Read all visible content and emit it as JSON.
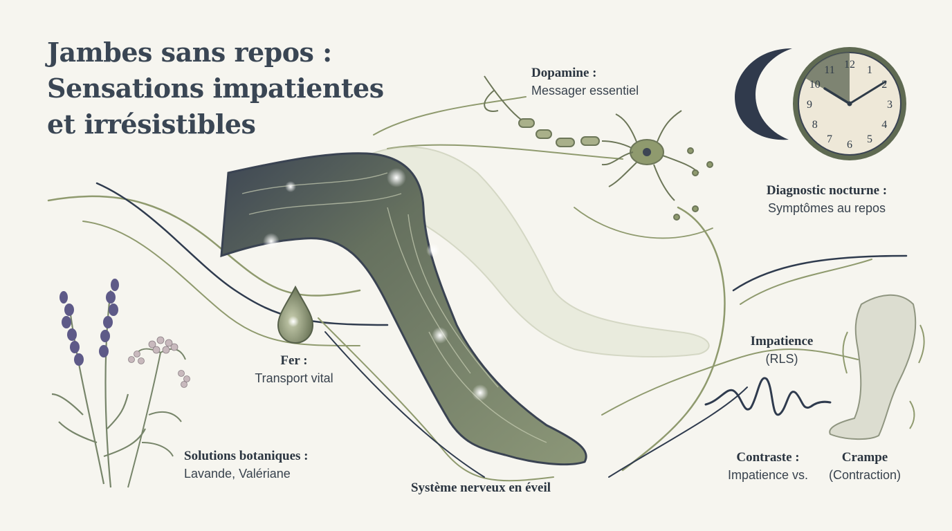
{
  "title": {
    "line1": "Jambes sans repos :",
    "line2": "Sensations impatientes",
    "line3": "et irrésistibles"
  },
  "labels": {
    "dopamine": {
      "head": "Dopamine :",
      "sub": "Messager essentiel"
    },
    "diagnostic": {
      "head": "Diagnostic nocturne :",
      "sub": "Symptômes au repos"
    },
    "fer": {
      "head": "Fer :",
      "sub": "Transport vital"
    },
    "impatience": {
      "head": "Impatience",
      "sub": "(RLS)"
    },
    "botanique": {
      "head": "Solutions botaniques :",
      "sub": "Lavande, Valériane"
    },
    "nerveux": {
      "head": "Système nerveux en éveil"
    },
    "contraste": {
      "head": "Contraste :",
      "sub": "Impatience vs."
    },
    "crampe": {
      "head": "Crampe",
      "sub": "(Contraction)"
    }
  },
  "clock": {
    "numbers": [
      "12",
      "1",
      "2",
      "3",
      "4",
      "5",
      "6",
      "7",
      "8",
      "9",
      "10",
      "11"
    ]
  },
  "colors": {
    "background": "#f6f5ef",
    "navy": "#2f3b4e",
    "sage": "#8f9a6e",
    "leg": "#7e8a72"
  }
}
